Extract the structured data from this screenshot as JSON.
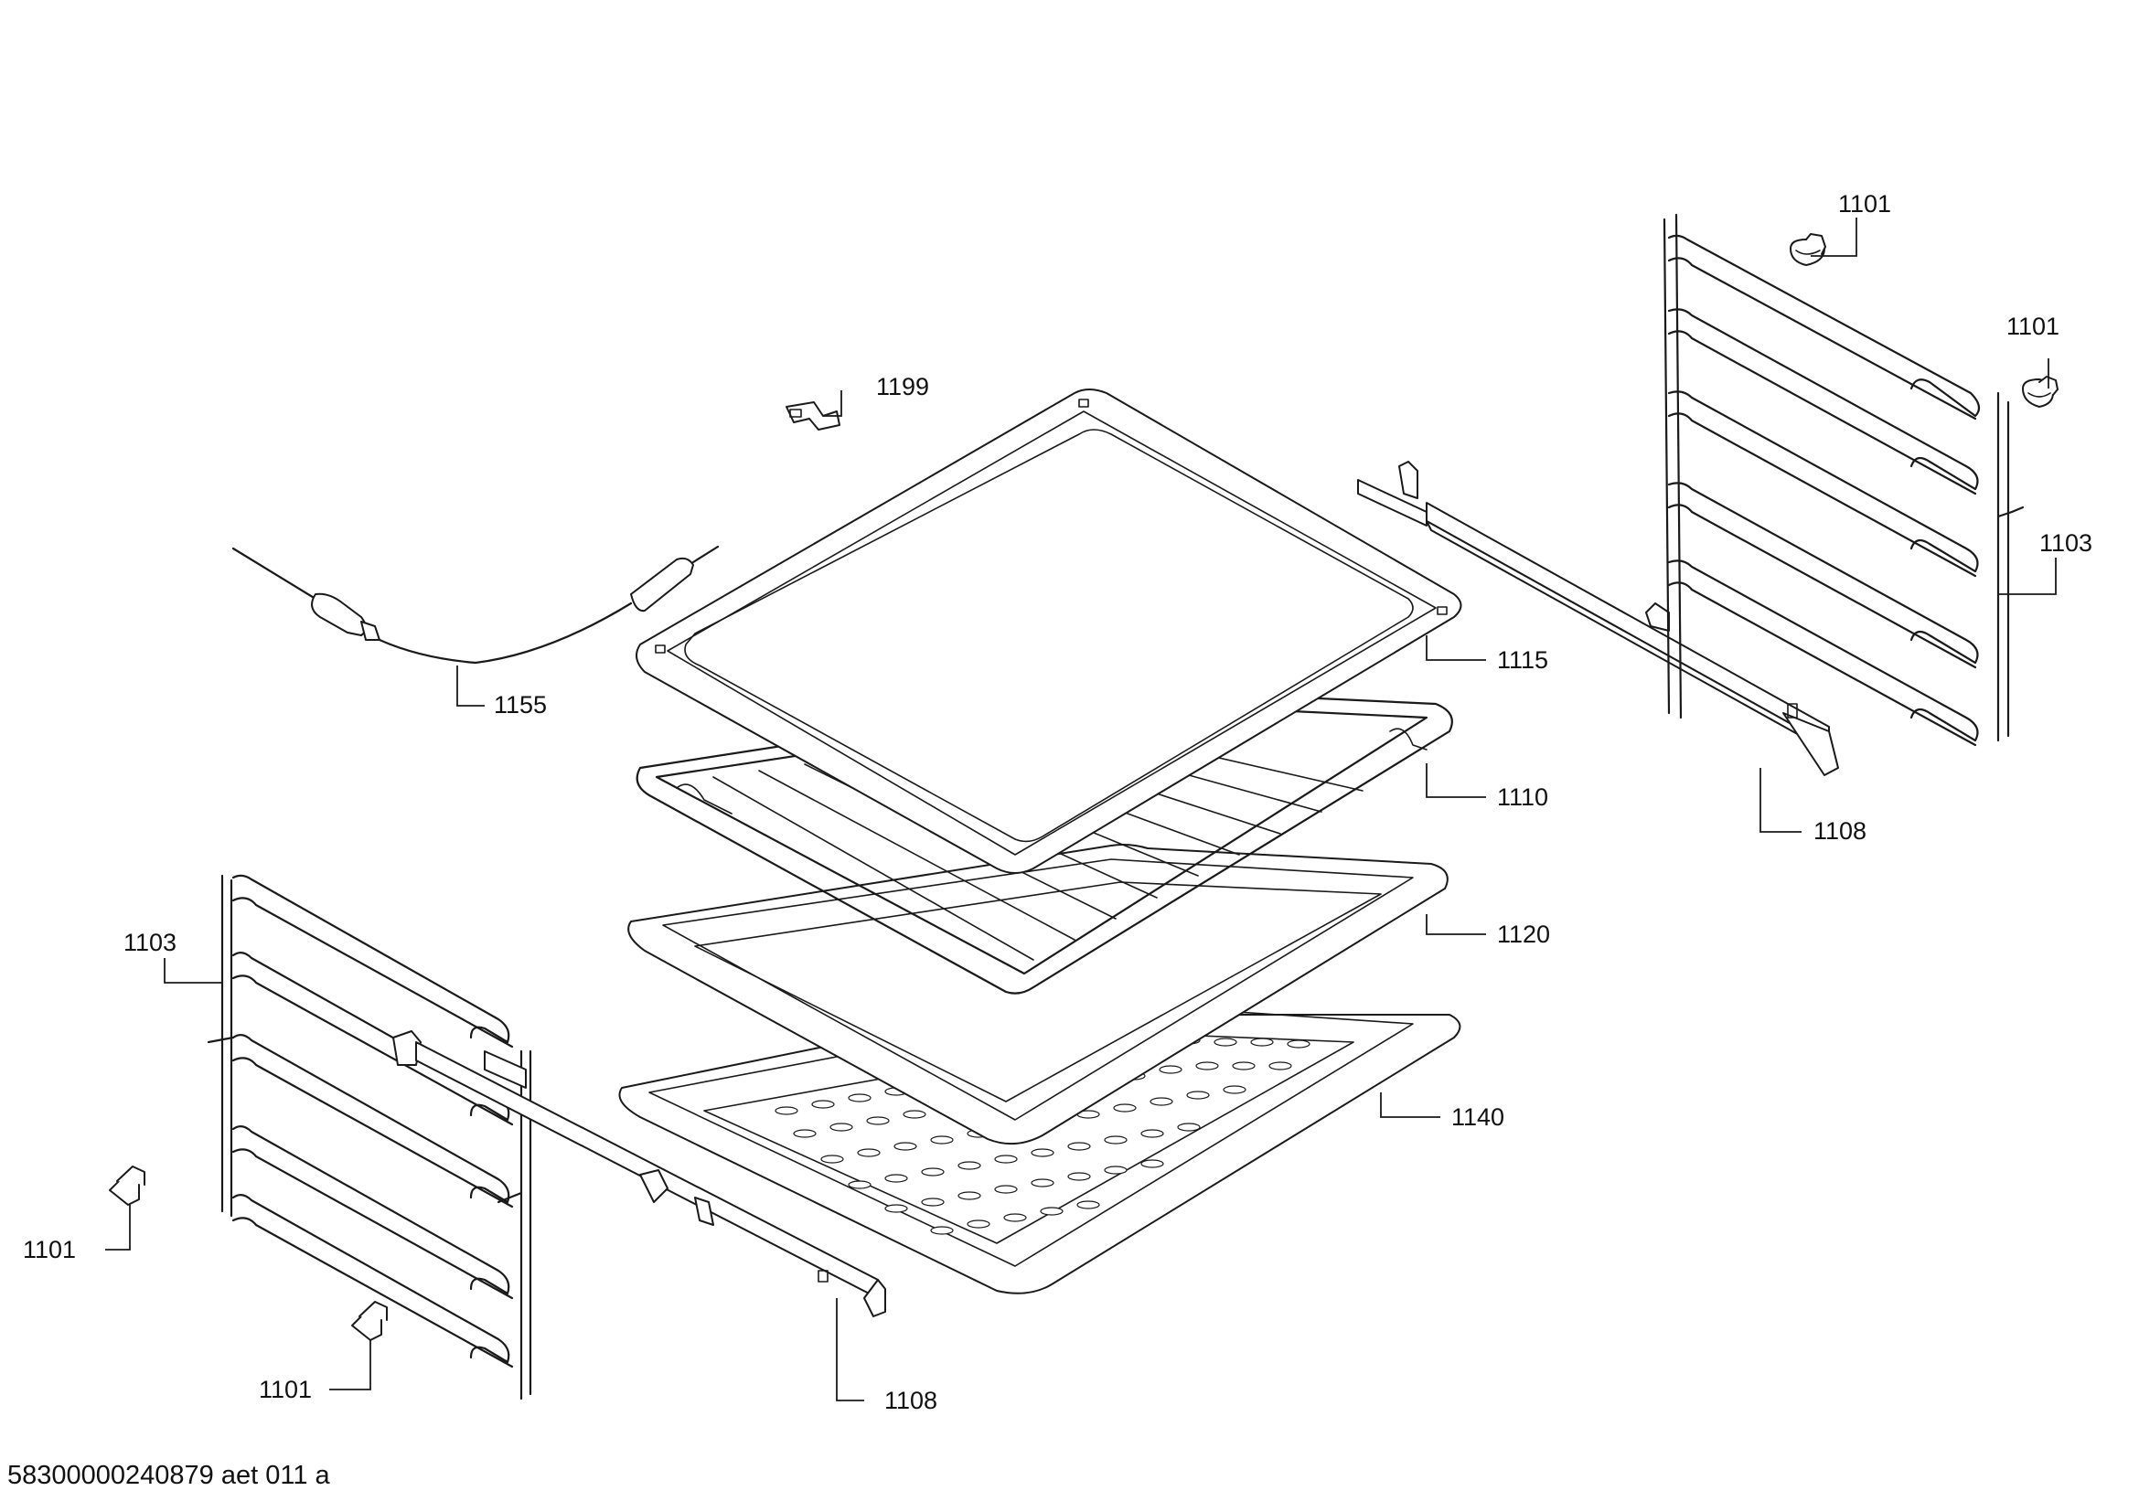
{
  "callouts": {
    "c1101_top_a": "1101",
    "c1101_top_b": "1101",
    "c1199": "1199",
    "c1155": "1155",
    "c1115": "1115",
    "c1110": "1110",
    "c1120": "1120",
    "c1140": "1140",
    "c1103_right": "1103",
    "c1108_right": "1108",
    "c1103_left": "1103",
    "c1101_left_a": "1101",
    "c1101_left_b": "1101",
    "c1108_left": "1108"
  },
  "footer": {
    "doc_id": "58300000240879 aet 011 a"
  }
}
